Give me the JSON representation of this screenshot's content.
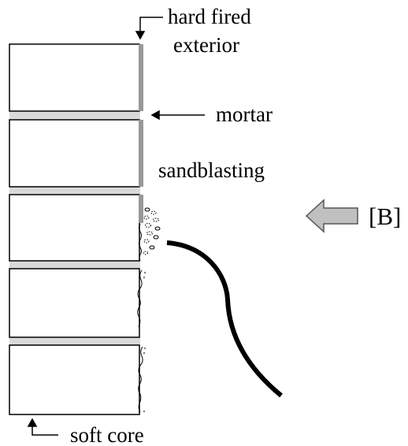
{
  "labels": {
    "hard_fired_line1": "hard fired",
    "hard_fired_line2": "exterior",
    "mortar": "mortar",
    "sandblasting": "sandblasting",
    "marker": "[B]",
    "soft_core": "soft core"
  },
  "colors": {
    "outline": "#000000",
    "exterior_layer": "#999999",
    "mortar": "#d9d9d9",
    "arrow_fill": "#c0c0c0",
    "arrow_stroke": "#555555"
  }
}
